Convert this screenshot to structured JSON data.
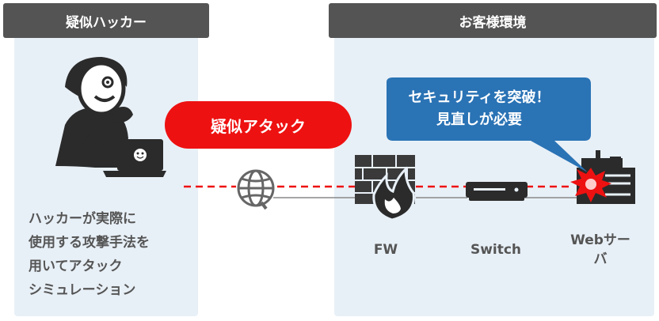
{
  "left_panel": {
    "header": "疑似ハッカー",
    "description": "ハッカーが実際に\n使用する攻撃手法を\n用いてアタック\nシミュレーション"
  },
  "right_panel": {
    "header": "お客様環境"
  },
  "attack_label": "疑似アタック",
  "callout": "セキュリティを突破！\n見直しが必要",
  "labels": {
    "fw": "FW",
    "switch": "Switch",
    "web_server": "Webサー\nバ"
  },
  "colors": {
    "header_bg": "#545454",
    "panel_bg": "#e8f0f7",
    "attack_red": "#ee1111",
    "callout_blue": "#2a73b5",
    "icon_dark": "#2b2b2b"
  },
  "icons": {
    "hacker": "hacker-at-laptop-icon",
    "internet": "globe-icon",
    "firewall": "firewall-icon",
    "switch": "network-switch-icon",
    "server": "server-rack-icon",
    "breach": "explosion-icon"
  }
}
